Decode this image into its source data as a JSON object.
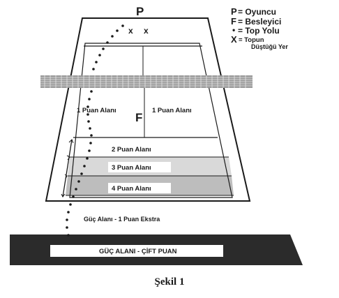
{
  "legend": {
    "p": {
      "symbol": "P",
      "text": "= Oyuncu"
    },
    "f": {
      "symbol": "F",
      "text": "= Besleyici"
    },
    "dot": {
      "symbol": "•",
      "text": "= Top Yolu"
    },
    "x": {
      "symbol": "X",
      "text_line1": "= Topun",
      "text_line2": "Düştüğü Yer"
    }
  },
  "court": {
    "player_marker": "P",
    "feeder_marker": "F",
    "landing_marks": [
      "x",
      "x"
    ],
    "zone_left": "1 Puan Alanı",
    "zone_right": "1 Puan Alanı",
    "zone_2": "2 Puan Alanı",
    "zone_3": "3 Puan Alanı",
    "zone_4": "4 Puan Alanı",
    "power_zone": "Güç Alanı - 1 Puan Ekstra",
    "power_double": "GÜÇ ALANI - ÇİFT PUAN"
  },
  "caption": "Şekil 1",
  "colors": {
    "ink": "#1a1a1a",
    "zone_3": "#d9d9d9",
    "zone_4": "#bdbdbd",
    "base_bar": "#2b2b2b",
    "page_bg": "#ffffff"
  }
}
